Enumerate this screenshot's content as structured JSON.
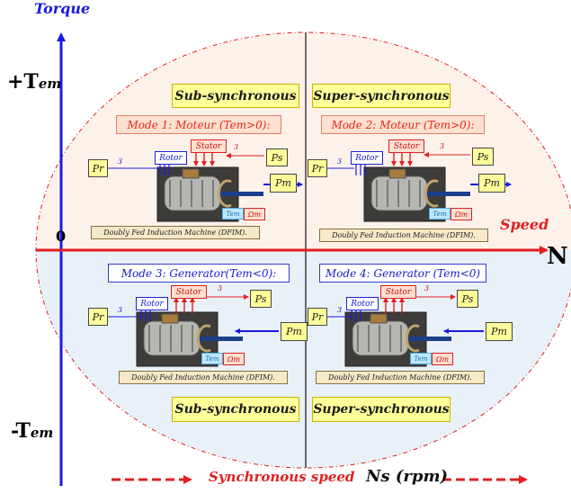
{
  "axes": {
    "y_title": "Torque",
    "y_pos_main": "+T",
    "y_pos_sub": "em",
    "y_neg_main": "-T",
    "y_neg_sub": "em",
    "origin": "0",
    "x_title": "Speed",
    "x_symbol": "N"
  },
  "regions": {
    "sub_top": "Sub-synchronous",
    "super_top": "Super-synchronous",
    "sub_bottom": "Sub-synchronous",
    "super_bottom": "Super-synchronous"
  },
  "modes": {
    "m1": "Mode 1: Moteur (Tem>0):",
    "m2": "Mode 2: Moteur (Tem>0):",
    "m3": "Mode 3: Generator(Tem<0):",
    "m4": "Mode 4: Generator (Tem<0)"
  },
  "machine": {
    "caption": "Doubly Fed Induction Machine (DFIM).",
    "stator": "Stator",
    "rotor": "Rotor",
    "ps": "Ps",
    "pr": "Pr",
    "pm": "Pm",
    "tem": "Tem",
    "omega": "Ωm",
    "phases": "3"
  },
  "footer": {
    "sync_label": "Synchronous speed",
    "ns_label": "Ns (rpm)"
  },
  "colors": {
    "axis_blue": "#1a1ae0",
    "axis_red": "#e02020",
    "top_fill": "#fdf2ea",
    "bottom_fill": "#e8f1f8"
  }
}
